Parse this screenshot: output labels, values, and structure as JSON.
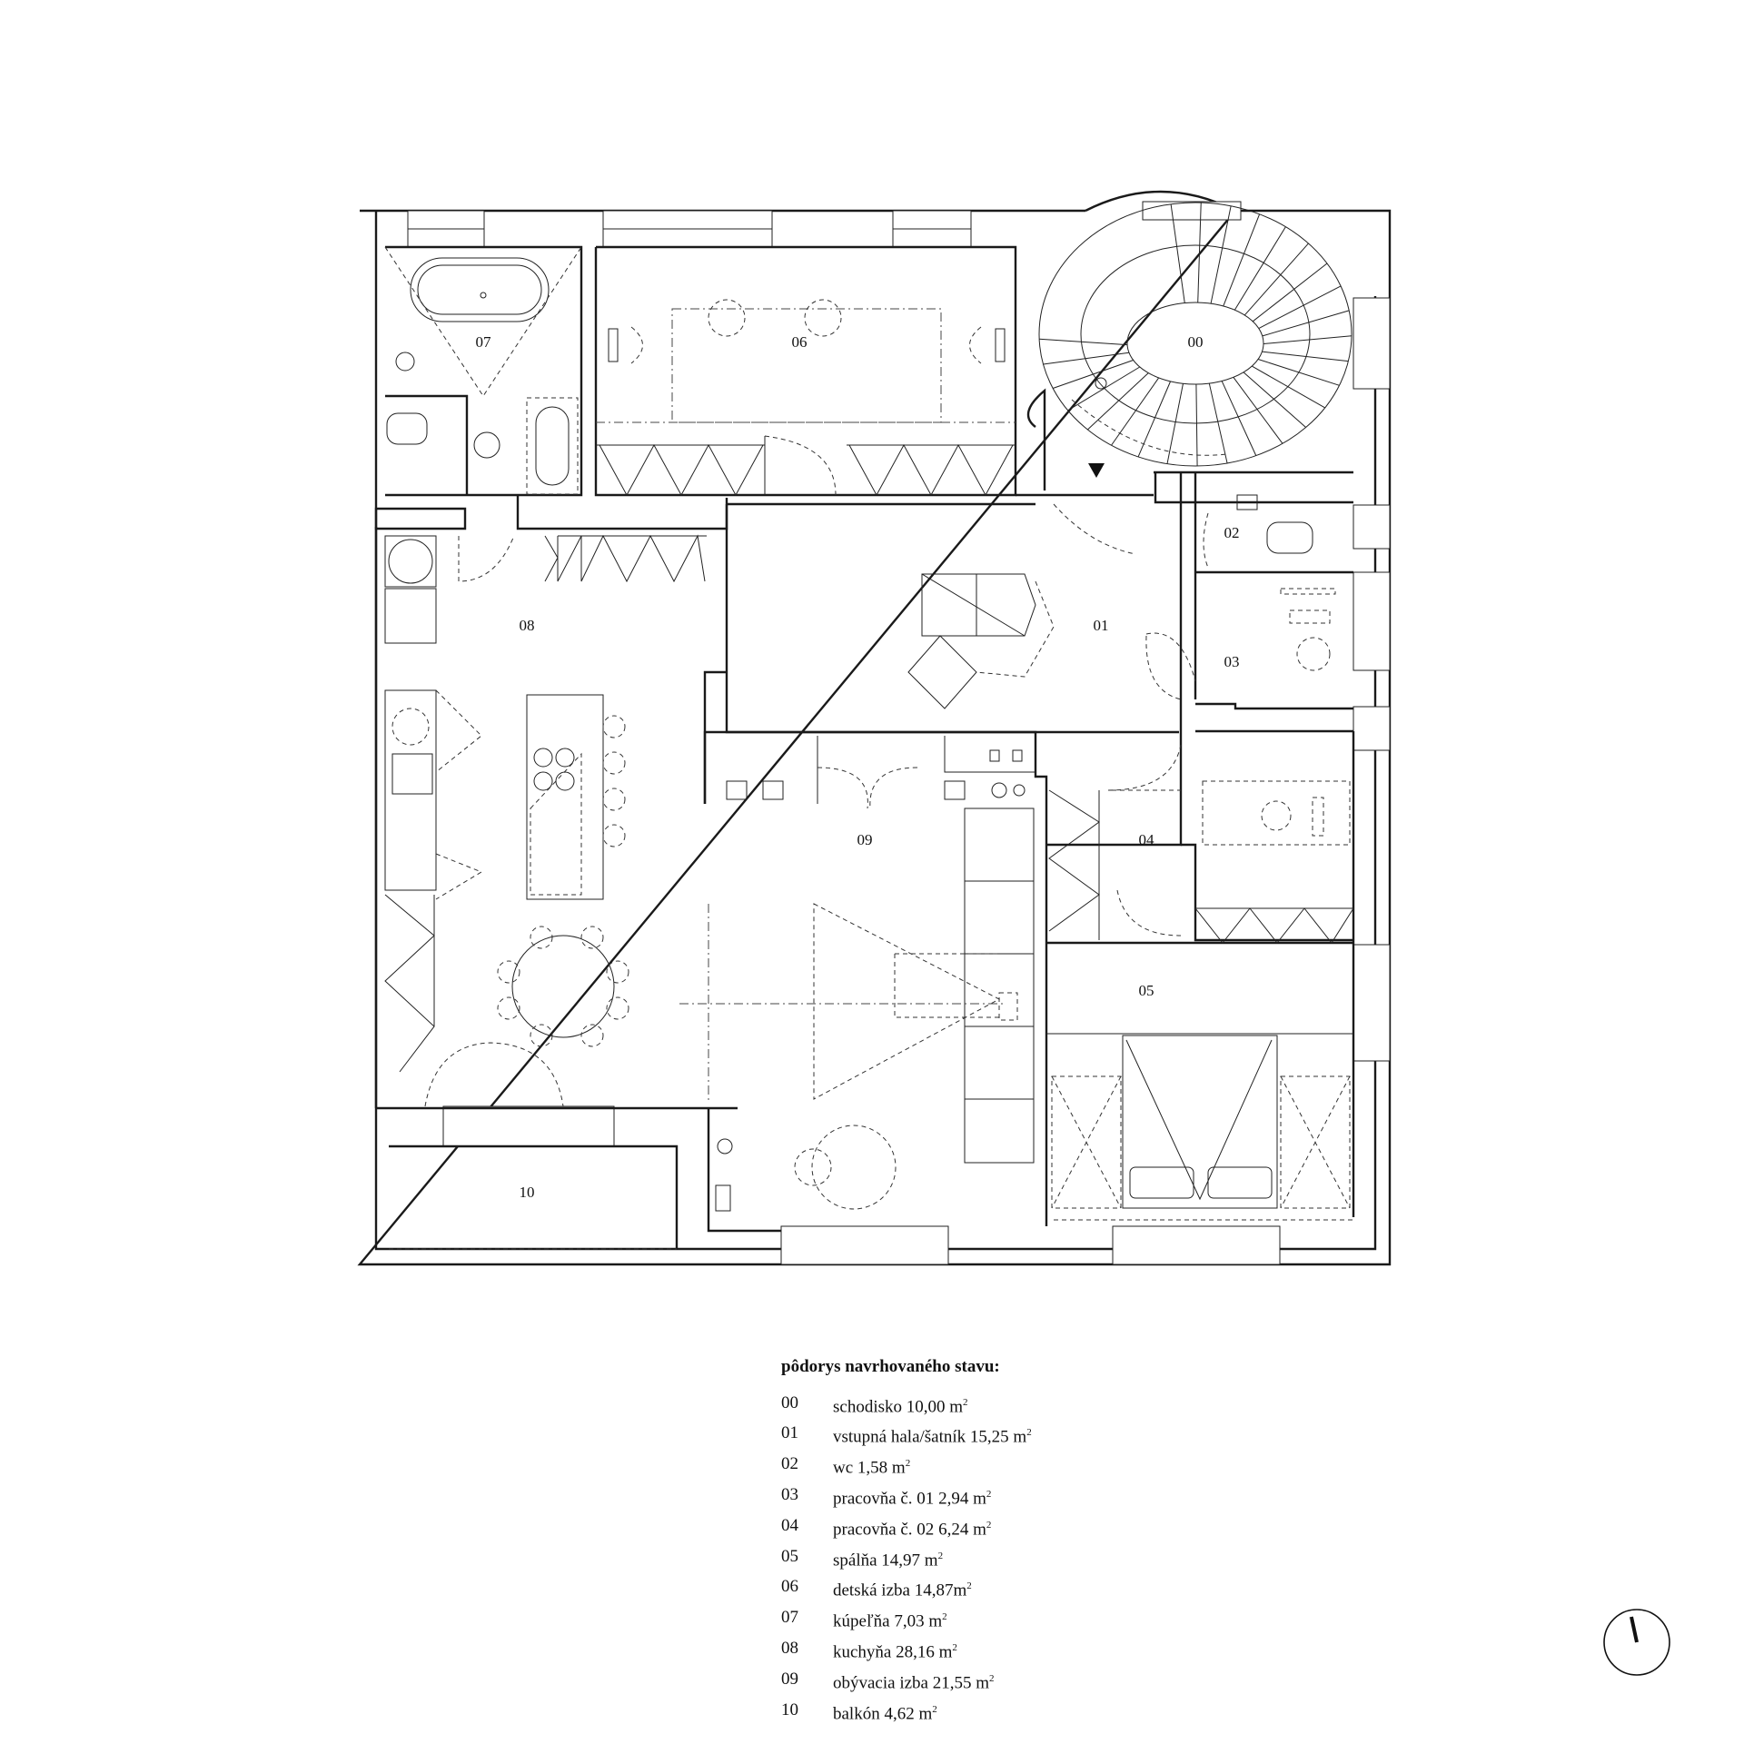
{
  "rooms": [
    {
      "id": "00",
      "label": "00",
      "name": "schodisko",
      "area": "10,00 m"
    },
    {
      "id": "01",
      "label": "01",
      "name": "vstupná hala/šatník",
      "area": "15,25 m"
    },
    {
      "id": "02",
      "label": "02",
      "name": "wc",
      "area": "1,58 m"
    },
    {
      "id": "03",
      "label": "03",
      "name": "pracovňa č. 01",
      "area": "2,94 m"
    },
    {
      "id": "04",
      "label": "04",
      "name": "pracovňa č. 02",
      "area": "6,24 m"
    },
    {
      "id": "05",
      "label": "05",
      "name": "spálňa",
      "area": "14,97 m"
    },
    {
      "id": "06",
      "label": "06",
      "name": "detská izba",
      "area": "14,87m"
    },
    {
      "id": "07",
      "label": "07",
      "name": "kúpeľňa",
      "area": "7,03 m"
    },
    {
      "id": "08",
      "label": "08",
      "name": "kuchyňa",
      "area": "28,16 m"
    },
    {
      "id": "09",
      "label": "09",
      "name": "obývacia izba",
      "area": "21,55 m"
    },
    {
      "id": "10",
      "label": "10",
      "name": "balkón",
      "area": "4,62 m"
    }
  ],
  "legend": {
    "title": "pôdorys navrhovaného stavu:",
    "unit_sup": "2"
  },
  "icons": {
    "entrance": "entrance-triangle-icon",
    "north": "north-arrow-icon"
  }
}
